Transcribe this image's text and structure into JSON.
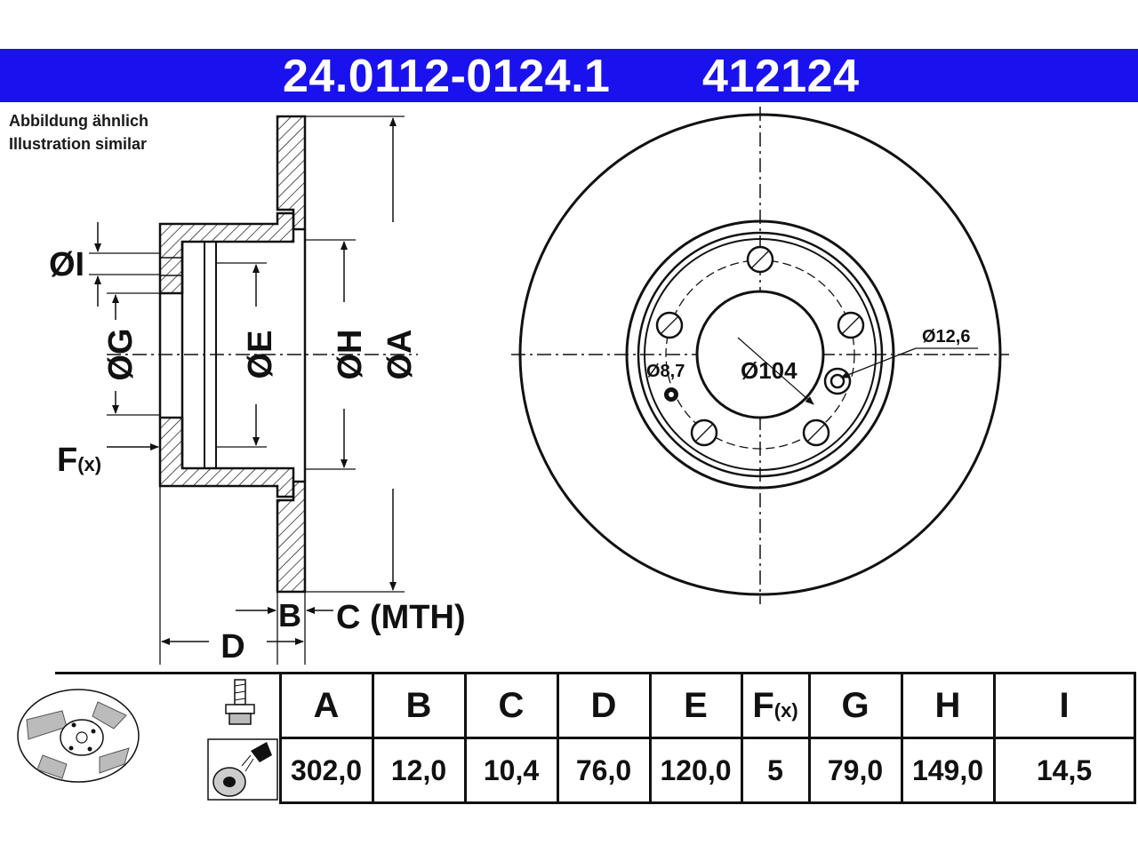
{
  "header": {
    "part_number": "24.0112-0124.1",
    "ref_number": "412124"
  },
  "caption": {
    "line1": "Abbildung ähnlich",
    "line2": "Illustration similar"
  },
  "side_view": {
    "label_I": "ØI",
    "label_G": "ØG",
    "label_E": "ØE",
    "label_H": "ØH",
    "label_A": "ØA",
    "label_F": "F",
    "label_F_sub": "(x)",
    "label_B": "B",
    "label_C": "C (MTH)",
    "label_D": "D"
  },
  "front_view": {
    "dia_bolt_hole": "Ø12,6",
    "dia_small_hole": "Ø8,7",
    "dia_center": "Ø104"
  },
  "table": {
    "headers": [
      "A",
      "B",
      "C",
      "D",
      "E",
      "F",
      "G",
      "H",
      "I"
    ],
    "f_sub": "(x)",
    "values": [
      "302,0",
      "12,0",
      "10,4",
      "76,0",
      "120,0",
      "5",
      "79,0",
      "149,0",
      "14,5"
    ]
  },
  "colors": {
    "header_bg": "#1a12ee",
    "line": "#111111"
  }
}
